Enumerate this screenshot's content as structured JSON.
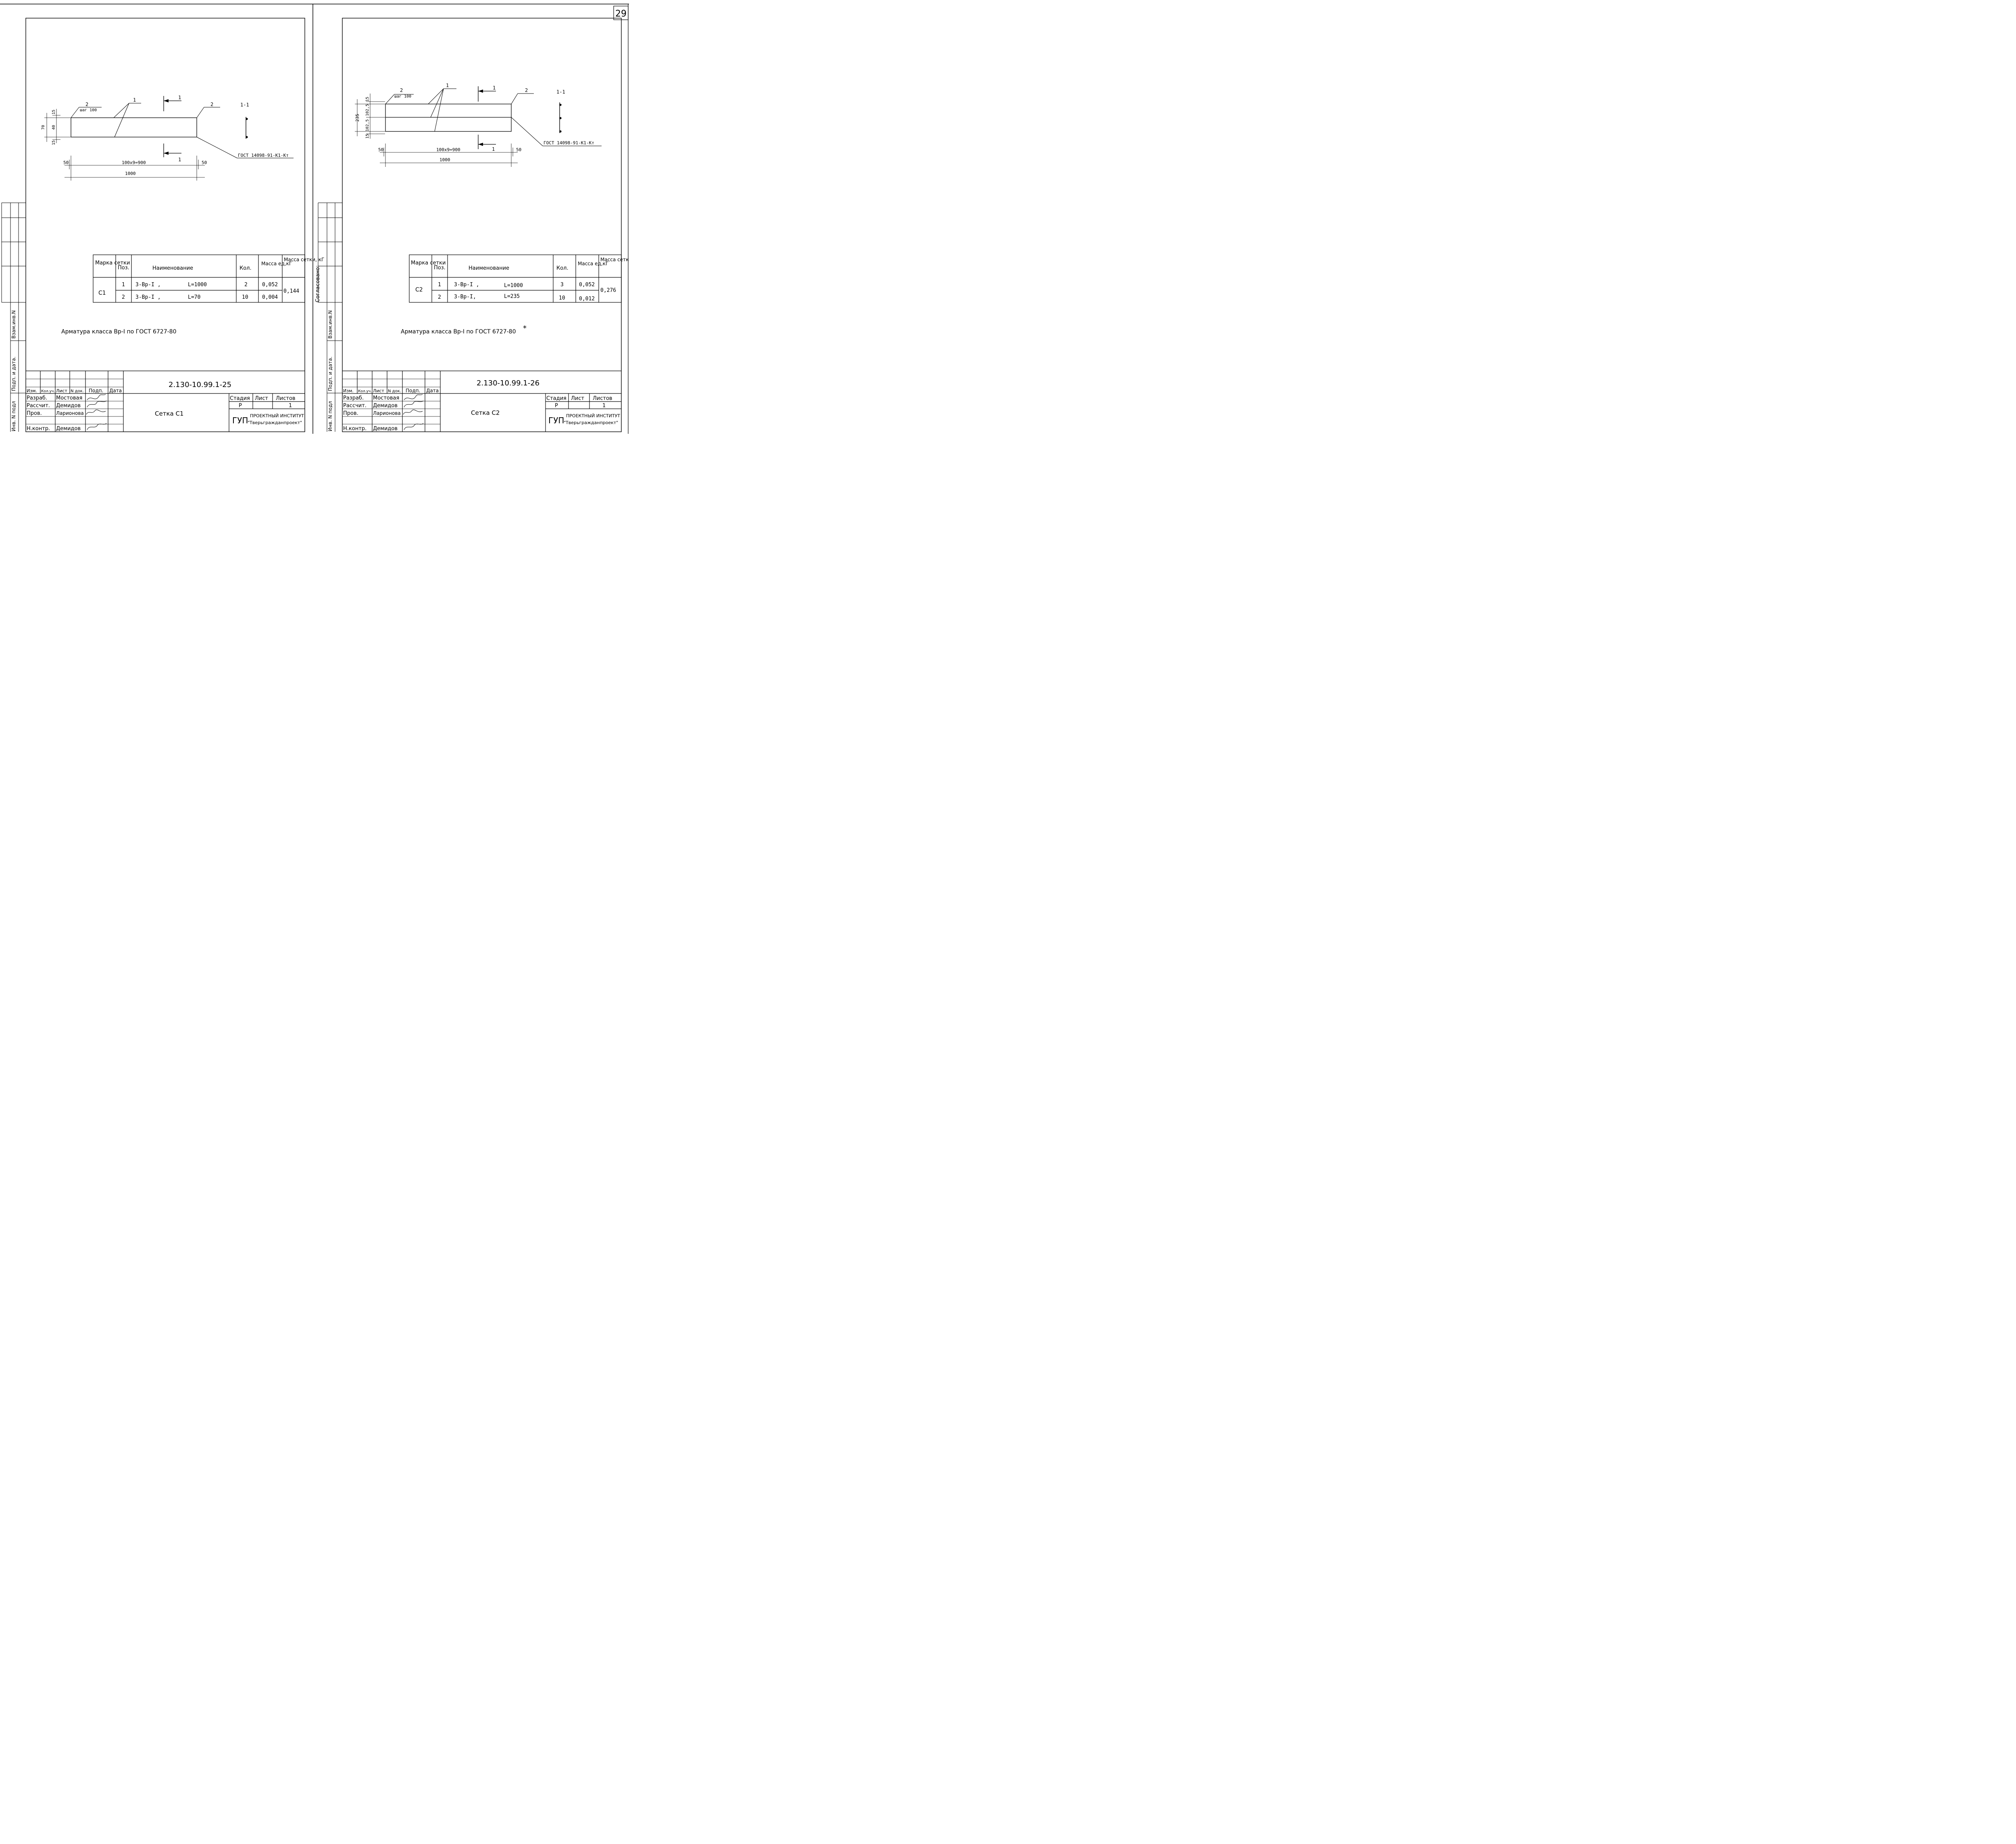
{
  "page_number": "29",
  "agreed_label": "Согласовано:",
  "side_stamp": {
    "vzam": "Взам.инв.N",
    "podp_data": "Подп. и дата.",
    "inv_podl": "Инв. N подл"
  },
  "sheets": [
    {
      "drawing": {
        "pos_left": "2",
        "step": "шаг 100",
        "pos_1": "1",
        "pos_right": "2",
        "section_mark_top": "1",
        "section_mark_bottom": "1",
        "section_title": "1-1",
        "dims_vertical": [
          "15",
          "40",
          "15",
          "70"
        ],
        "dim_end_left": "50",
        "dim_middle": "100x9=900",
        "dim_end_right": "50",
        "dim_total": "1000",
        "gost_note": "ГОСТ 14098-91-К1-Кт"
      },
      "spec": {
        "headers": [
          "Марка сетки",
          "Поз.",
          "Наименование",
          "Кол.",
          "Масса ед,кГ",
          "Масса сетки, кГ"
        ],
        "mark": "С1",
        "total_mass": "0,144",
        "rows": [
          {
            "pos": "1",
            "name": "3-Вр-I ,",
            "length": "L=1000",
            "qty": "2",
            "unit_mass": "0,052"
          },
          {
            "pos": "2",
            "name": "3-Вр-I ,",
            "length": "L=70",
            "qty": "10",
            "unit_mass": "0,004"
          }
        ]
      },
      "note": "Арматура класса Вр-I по ГОСТ 6727-80",
      "title_block": {
        "code": "2.130-10.99.1-25",
        "sheet_name": "Сетка С1",
        "col_headers": [
          "Изм.",
          "Кол.уч.",
          "Лист",
          "N док.",
          "Подп.",
          "Дата"
        ],
        "people": [
          {
            "role": "Разраб.",
            "name": "Мостовая"
          },
          {
            "role": "Рассчит.",
            "name": "Демидов"
          },
          {
            "role": "Пров.",
            "name": "Ларионова"
          },
          {
            "role": "Н.контр.",
            "name": "Демидов"
          }
        ],
        "stage_label": "Стадия",
        "sheet_label": "Лист",
        "sheets_label": "Листов",
        "stage": "Р",
        "sheets_count": "1",
        "org_abbr": "ГУП",
        "org_line1": "ПРОЕКТНЫЙ ИНСТИТУТ",
        "org_line2": "\"Тверьгражданпроект\""
      }
    },
    {
      "drawing": {
        "pos_left": "2",
        "step": "шаг 100",
        "pos_1": "1",
        "pos_right": "2",
        "section_mark_top": "1",
        "section_mark_bottom": "1",
        "section_title": "1-1",
        "dims_vertical": [
          "15",
          "102,5",
          "102,5",
          "15",
          "235"
        ],
        "dim_end_left": "50",
        "dim_middle": "100x9=900",
        "dim_end_right": "50",
        "dim_total": "1000",
        "gost_note": "ГОСТ 14098-91-К1-Кт"
      },
      "spec": {
        "headers": [
          "Марка сетки",
          "Поз.",
          "Наименование",
          "Кол.",
          "Масса ед,кГ",
          "Масса сетки, кГ"
        ],
        "mark": "С2",
        "total_mass": "0,276",
        "rows": [
          {
            "pos": "1",
            "name": "3-Вр-I ,",
            "length": "L=1000",
            "qty": "3",
            "unit_mass": "0,052"
          },
          {
            "pos": "2",
            "name": "3-Вр-I,",
            "length": "L=235",
            "qty": "10",
            "unit_mass": "0,012"
          }
        ]
      },
      "note": "Арматура класса Вр-I по ГОСТ 6727-80",
      "note_asterisk": "*",
      "title_block": {
        "code": "2.130-10.99.1-26",
        "sheet_name": "Сетка С2",
        "col_headers": [
          "Изм.",
          "Кол.уч.",
          "Лист",
          "N док.",
          "Подп.",
          "Дата"
        ],
        "people": [
          {
            "role": "Разраб.",
            "name": "Мостовая"
          },
          {
            "role": "Рассчит.",
            "name": "Демидов"
          },
          {
            "role": "Пров.",
            "name": "Ларионова"
          },
          {
            "role": "Н.контр.",
            "name": "Демидов"
          }
        ],
        "stage_label": "Стадия",
        "sheet_label": "Лист",
        "sheets_label": "Листов",
        "stage": "Р",
        "sheets_count": "1",
        "org_abbr": "ГУП",
        "org_line1": "ПРОЕКТНЫЙ ИНСТИТУТ",
        "org_line2": "\"Тверьгражданпроект\""
      }
    }
  ]
}
